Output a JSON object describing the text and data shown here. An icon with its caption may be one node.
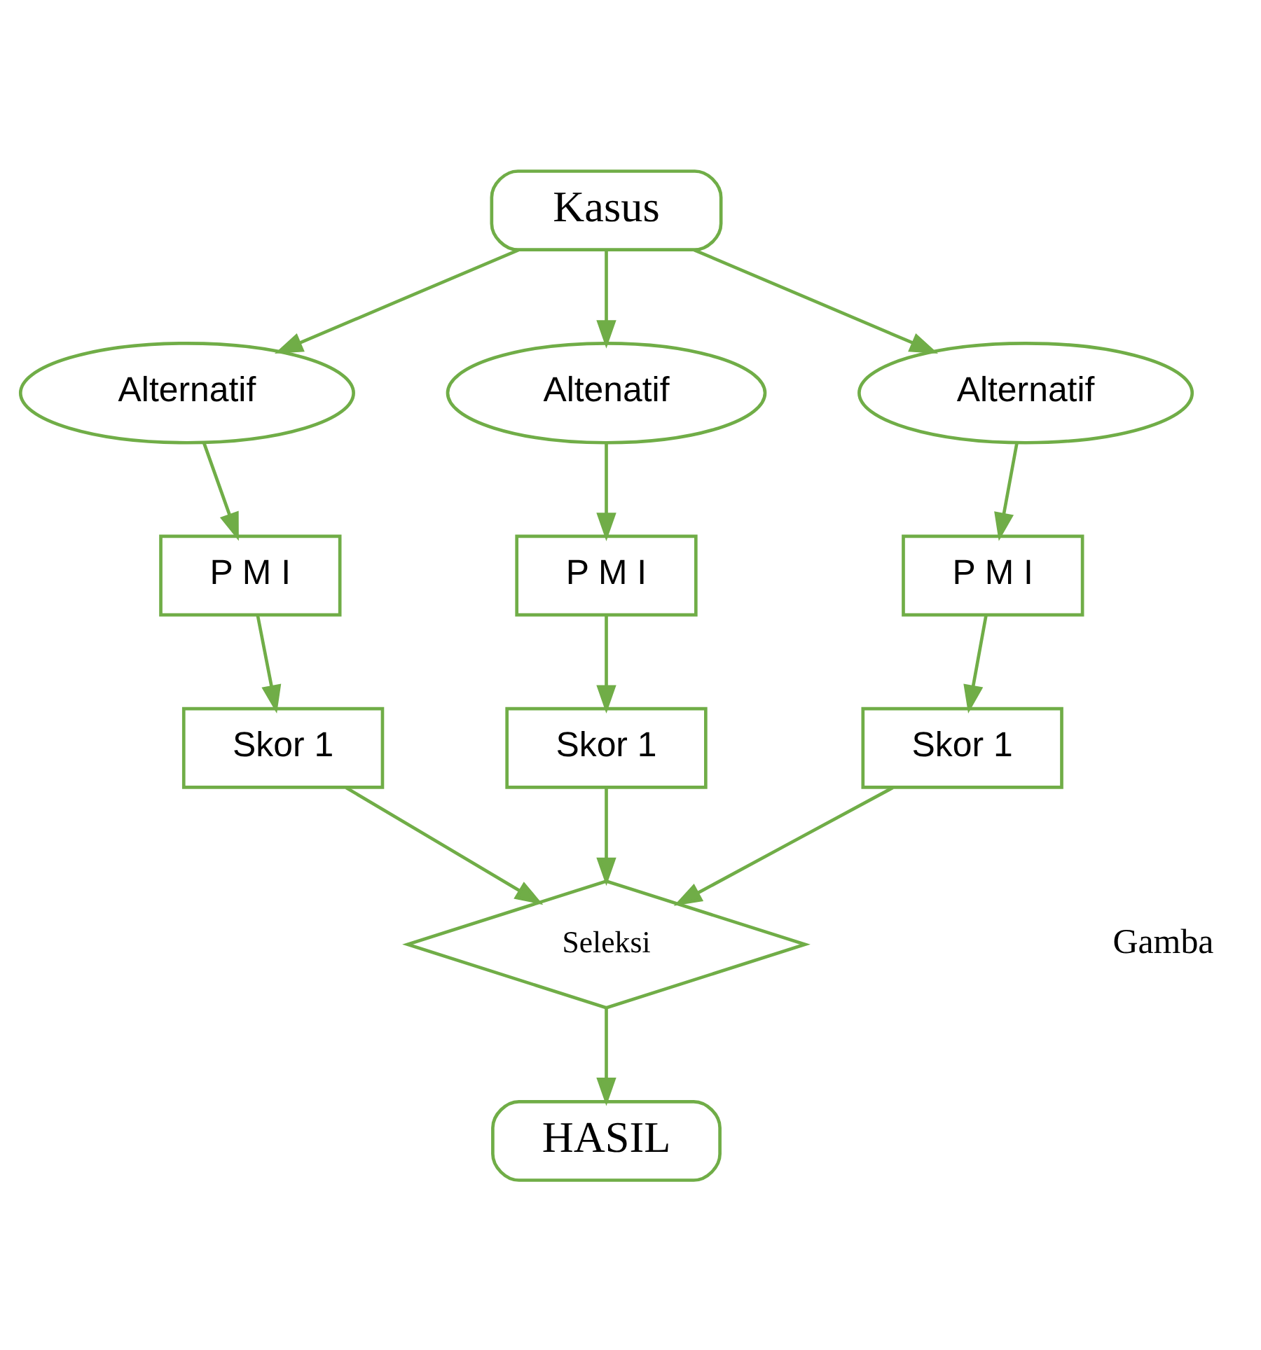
{
  "diagram": {
    "nodes": [
      {
        "text": [
          "Kasus"
        ]
      },
      {
        "text": [
          "Alternatif"
        ]
      },
      {
        "text": [
          "Altenatif"
        ]
      },
      {
        "text": [
          "Alternatif"
        ]
      },
      {
        "text": [
          "P M I"
        ]
      },
      {
        "text": [
          "P M I"
        ]
      },
      {
        "text": [
          "P M I"
        ]
      },
      {
        "text": [
          "Skor 1"
        ]
      },
      {
        "text": [
          "Skor 1"
        ]
      },
      {
        "text": [
          "Skor 1"
        ]
      },
      {
        "text": [
          "Seleksi"
        ]
      },
      {
        "text": [
          "HASIL"
        ]
      }
    ],
    "edges": [
      {
        "from": 0,
        "to": 1,
        "arrow": "to"
      },
      {
        "from": 0,
        "to": 2,
        "arrow": "to"
      },
      {
        "from": 0,
        "to": 3,
        "arrow": "to"
      },
      {
        "from": 1,
        "to": 4,
        "arrow": "to"
      },
      {
        "from": 2,
        "to": 5,
        "arrow": "to"
      },
      {
        "from": 3,
        "to": 6,
        "arrow": "to"
      },
      {
        "from": 4,
        "to": 7,
        "arrow": "to"
      },
      {
        "from": 5,
        "to": 8,
        "arrow": "to"
      },
      {
        "from": 6,
        "to": 9,
        "arrow": "to"
      },
      {
        "from": 7,
        "to": 10,
        "arrow": "to"
      },
      {
        "from": 8,
        "to": 10,
        "arrow": "to"
      },
      {
        "from": 9,
        "to": 10,
        "arrow": "to"
      },
      {
        "from": 10,
        "to": 11,
        "arrow": "to"
      }
    ],
    "labels": [
      "Gamba"
    ]
  }
}
